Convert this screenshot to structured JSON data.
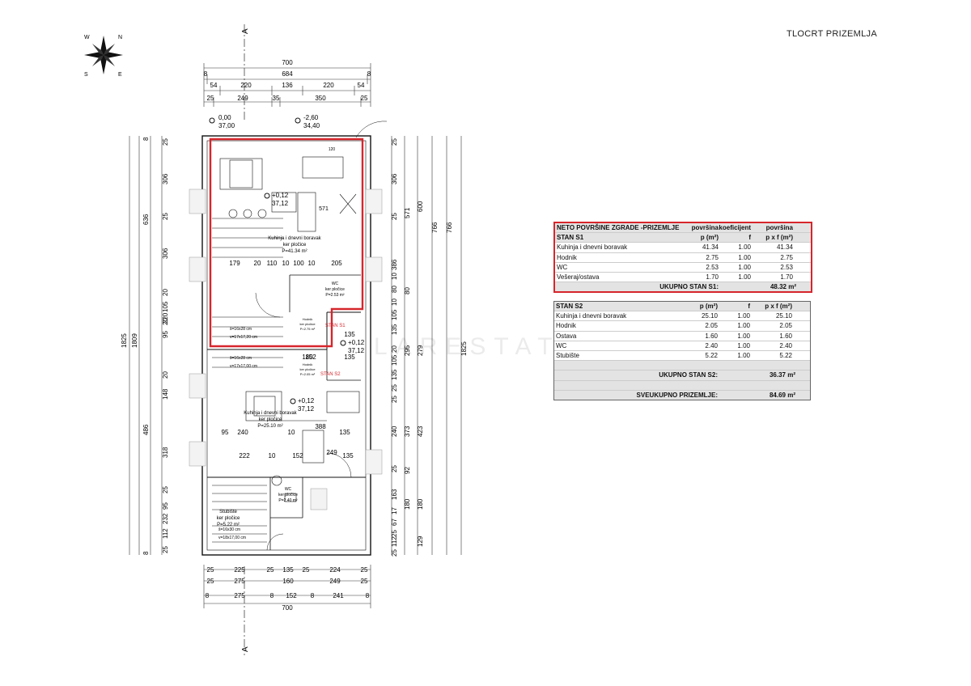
{
  "sheet_title": "TLOCRT PRIZEMLJA",
  "watermark": "LARESTATE",
  "north_arrow": {
    "letters": [
      "W",
      "N",
      "E",
      "S"
    ]
  },
  "section_marks": [
    "A",
    "A"
  ],
  "level_marks": [
    {
      "value": "0,00",
      "abs": "37,00"
    },
    {
      "value": "-2,60",
      "abs": "34,40"
    },
    {
      "value": "+0,12",
      "abs": "37,12"
    },
    {
      "value": "+0,12",
      "abs": "37,12"
    },
    {
      "value": "+0,12",
      "abs": "37,12"
    }
  ],
  "dims_top": {
    "row1": [
      "700"
    ],
    "row2": [
      "8",
      "684",
      "8"
    ],
    "row3": [
      "54",
      "220",
      "136",
      "220",
      "54"
    ],
    "row4": [
      "25",
      "249",
      "35",
      "350",
      "25"
    ]
  },
  "dims_bottom": {
    "row1": [
      "25",
      "225",
      "25",
      "135",
      "25",
      "224",
      "25"
    ],
    "row2": [
      "25",
      "275",
      "160",
      "249",
      "25"
    ],
    "row3": [
      "8",
      "275",
      "8",
      "152",
      "8",
      "241",
      "8"
    ],
    "row4": [
      "700"
    ]
  },
  "dims_left": {
    "outer": [
      "1825",
      "1809"
    ],
    "mid": [
      "8",
      "636",
      "486",
      "8"
    ],
    "inner": [
      "25",
      "306",
      "25",
      "306",
      "20",
      "105",
      "20",
      "220",
      "95",
      "20",
      "148",
      "318",
      "25",
      "95",
      "232",
      "112",
      "25"
    ]
  },
  "dims_right": {
    "inner": [
      "25",
      "306",
      "25",
      "386",
      "10",
      "80",
      "10",
      "105",
      "135",
      "20",
      "105",
      "135",
      "25",
      "25",
      "240",
      "25",
      "163",
      "17",
      "67",
      "25",
      "112",
      "25"
    ],
    "col2": [
      "571",
      "80",
      "295",
      "373",
      "92",
      "180"
    ],
    "col3": [
      "600",
      "279",
      "423",
      "180",
      "129"
    ],
    "col4": [
      "766",
      "766",
      "1825"
    ]
  },
  "interior_dims": {
    "upper_row": [
      "179",
      "20",
      "110",
      "10",
      "100",
      "10",
      "205"
    ],
    "lower_row": [
      "95",
      "240",
      "10",
      "135"
    ],
    "lower_row2": [
      "222",
      "10",
      "152",
      "135"
    ],
    "misc": [
      "571",
      "120",
      "135",
      "135",
      "180",
      "152",
      "388",
      "249"
    ]
  },
  "room_labels": [
    {
      "name": "Kuhinja i dnevni boravak",
      "finish": "ker pločice",
      "area": "P=41.34 m²"
    },
    {
      "name": "WC",
      "finish": "ker pločice",
      "area": "P=2.53 m²"
    },
    {
      "name": "Hodnik",
      "finish": "ker pločice",
      "area": "P=2.75 m²"
    },
    {
      "name": "Kuhinja i dnevni boravak",
      "finish": "ker pločice",
      "area": "P=25.10 m²"
    },
    {
      "name": "Hodnik",
      "finish": "ker pločice",
      "area": "P=2.05 m²"
    },
    {
      "name": "WC",
      "finish": "ker pločice",
      "area": "P=2.40 m²"
    },
    {
      "name": "Stubište",
      "finish": "ker pločice",
      "area": "P=5.22 m²"
    }
  ],
  "unit_tags": [
    "STAN S1",
    "STAN S2"
  ],
  "stair_notes": [
    "š=16x28 cm",
    "v=17x17,20 cm",
    "š=16x28 cm",
    "v=17x17,00 cm",
    "š=16x30 cm",
    "v=18x17,00 cm"
  ],
  "table_s1": {
    "title": "NETO POVRŠINE ZGRADE -PRIZEMLJE",
    "col_headers": [
      "površina",
      "koeficijent",
      "površina"
    ],
    "header": {
      "name": "STAN S1",
      "p": "p (m²)",
      "f": "f",
      "pf": "p x f (m²)"
    },
    "rows": [
      {
        "name": "Kuhinja i dnevni boravak",
        "p": "41.34",
        "f": "1.00",
        "pf": "41.34"
      },
      {
        "name": "Hodnik",
        "p": "2.75",
        "f": "1.00",
        "pf": "2.75"
      },
      {
        "name": "WC",
        "p": "2.53",
        "f": "1.00",
        "pf": "2.53"
      },
      {
        "name": "Vešeraj/ostava",
        "p": "1.70",
        "f": "1.00",
        "pf": "1.70"
      }
    ],
    "total_label": "UKUPNO STAN S1:",
    "total_value": "48.32 m²"
  },
  "table_s2": {
    "header": {
      "name": "STAN S2",
      "p": "p (m²)",
      "f": "f",
      "pf": "p x f (m²)"
    },
    "rows": [
      {
        "name": "Kuhinja i dnevni boravak",
        "p": "25.10",
        "f": "1.00",
        "pf": "25.10"
      },
      {
        "name": "Hodnik",
        "p": "2.05",
        "f": "1.00",
        "pf": "2.05"
      },
      {
        "name": "Ostava",
        "p": "1.60",
        "f": "1.00",
        "pf": "1.60"
      },
      {
        "name": "WC",
        "p": "2.40",
        "f": "1.00",
        "pf": "2.40"
      },
      {
        "name": "Stubište",
        "p": "5.22",
        "f": "1.00",
        "pf": "5.22"
      }
    ],
    "total_label": "UKUPNO STAN S2:",
    "total_value": "36.37 m²",
    "grand_label": "SVEUKUPNO PRIZEMLJE:",
    "grand_value": "84.69 m²"
  },
  "colors": {
    "highlight": "#d6262c",
    "lines": "#222222",
    "grey_fill": "#e3e3e3"
  }
}
